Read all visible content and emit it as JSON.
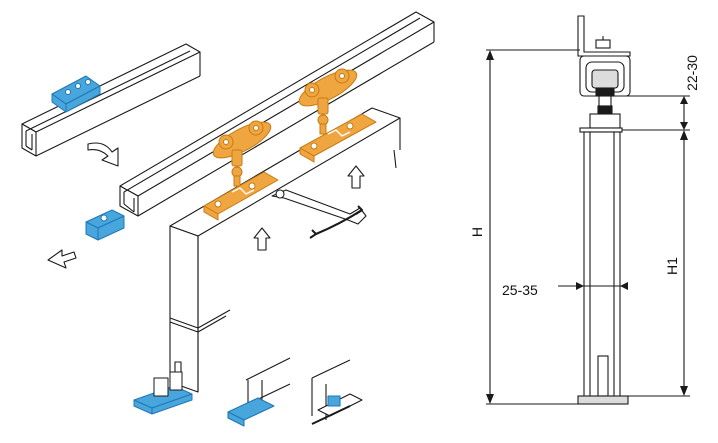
{
  "dimensions": {
    "height_total": "H",
    "height_panel": "H1",
    "clearance_top": "22-30",
    "panel_thickness": "25-35"
  },
  "colors": {
    "line": "#1a1a1a",
    "hardware_orange": "#f0a640",
    "hardware_orange_dark": "#c67a12",
    "part_blue": "#49a6dd",
    "part_blue_dark": "#1f78b4",
    "shade": "#dcdcdc"
  },
  "icons": {
    "motion_arrows": "curved-arrow-icon",
    "push_arrows": "hollow-arrow-icon"
  }
}
